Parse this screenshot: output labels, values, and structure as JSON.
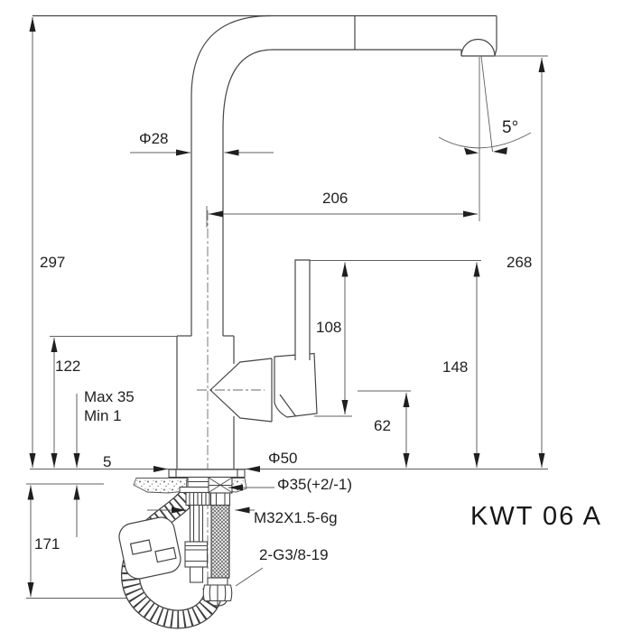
{
  "title": {
    "model": "KWT 06 A"
  },
  "dimensions": {
    "total_height": "297",
    "below_counter_depth": "171",
    "body_height": "122",
    "counter_thickness_max": "Max 35",
    "counter_thickness_min": "Min 1",
    "flange_edge_offset": "5",
    "pipe_diameter": "Φ28",
    "spout_reach": "206",
    "spout_angle": "5°",
    "height_to_aerator": "268",
    "height_to_lever_top": "148",
    "lever_height": "108",
    "height_to_handle_axis": "62",
    "flange_diameter": "Φ50",
    "hole_diameter": "Φ35(+2/-1)",
    "shank_thread": "M32X1.5-6g",
    "supply_connections": "2-G3/8-19"
  },
  "colors": {
    "background": "#ffffff",
    "geometry_line": "#454545",
    "dimension_line": "#5f5f5f",
    "text": "#1f1f1f"
  }
}
